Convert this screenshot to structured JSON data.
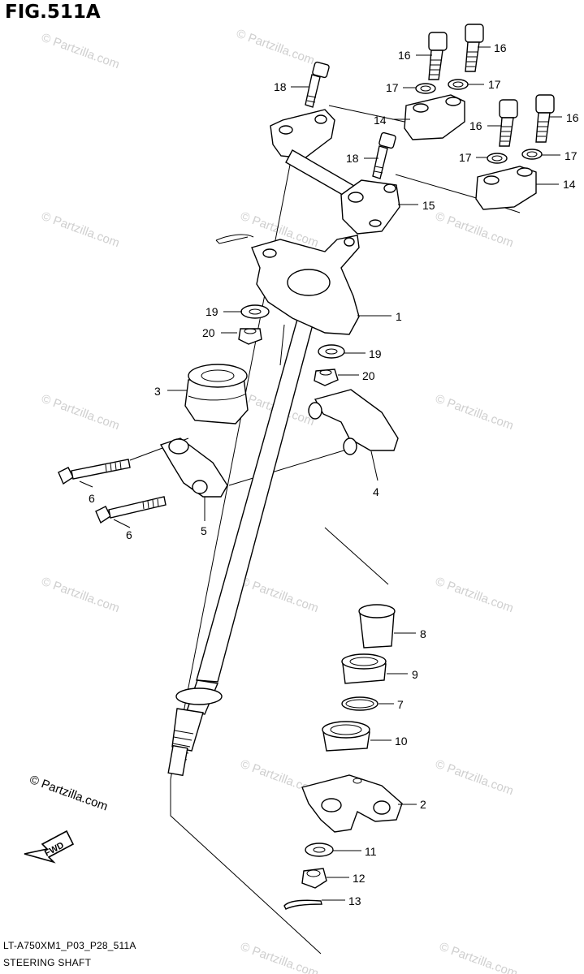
{
  "title": "FIG.511A",
  "diagram_code": "LT-A750XM1_P03_P28_511A",
  "caption": "STEERING SHAFT",
  "copyright_text": "© Partzilla.com",
  "watermark_text": "© Partzilla.com",
  "fwd_label": "FWD",
  "callouts": [
    {
      "id": "c16a",
      "label": "16"
    },
    {
      "id": "c16b",
      "label": "16"
    },
    {
      "id": "c18a",
      "label": "18"
    },
    {
      "id": "c17a",
      "label": "17"
    },
    {
      "id": "c17b",
      "label": "17"
    },
    {
      "id": "c14a",
      "label": "14"
    },
    {
      "id": "c16c",
      "label": "16"
    },
    {
      "id": "c16d",
      "label": "16"
    },
    {
      "id": "c18b",
      "label": "18"
    },
    {
      "id": "c17c",
      "label": "17"
    },
    {
      "id": "c17d",
      "label": "17"
    },
    {
      "id": "c14b",
      "label": "14"
    },
    {
      "id": "c15",
      "label": "15"
    },
    {
      "id": "c1",
      "label": "1"
    },
    {
      "id": "c19a",
      "label": "19"
    },
    {
      "id": "c20a",
      "label": "20"
    },
    {
      "id": "c19b",
      "label": "19"
    },
    {
      "id": "c20b",
      "label": "20"
    },
    {
      "id": "c3",
      "label": "3"
    },
    {
      "id": "c4",
      "label": "4"
    },
    {
      "id": "c6a",
      "label": "6"
    },
    {
      "id": "c6b",
      "label": "6"
    },
    {
      "id": "c5",
      "label": "5"
    },
    {
      "id": "c8",
      "label": "8"
    },
    {
      "id": "c9",
      "label": "9"
    },
    {
      "id": "c7",
      "label": "7"
    },
    {
      "id": "c10",
      "label": "10"
    },
    {
      "id": "c2",
      "label": "2"
    },
    {
      "id": "c11",
      "label": "11"
    },
    {
      "id": "c12",
      "label": "12"
    },
    {
      "id": "c13",
      "label": "13"
    }
  ]
}
